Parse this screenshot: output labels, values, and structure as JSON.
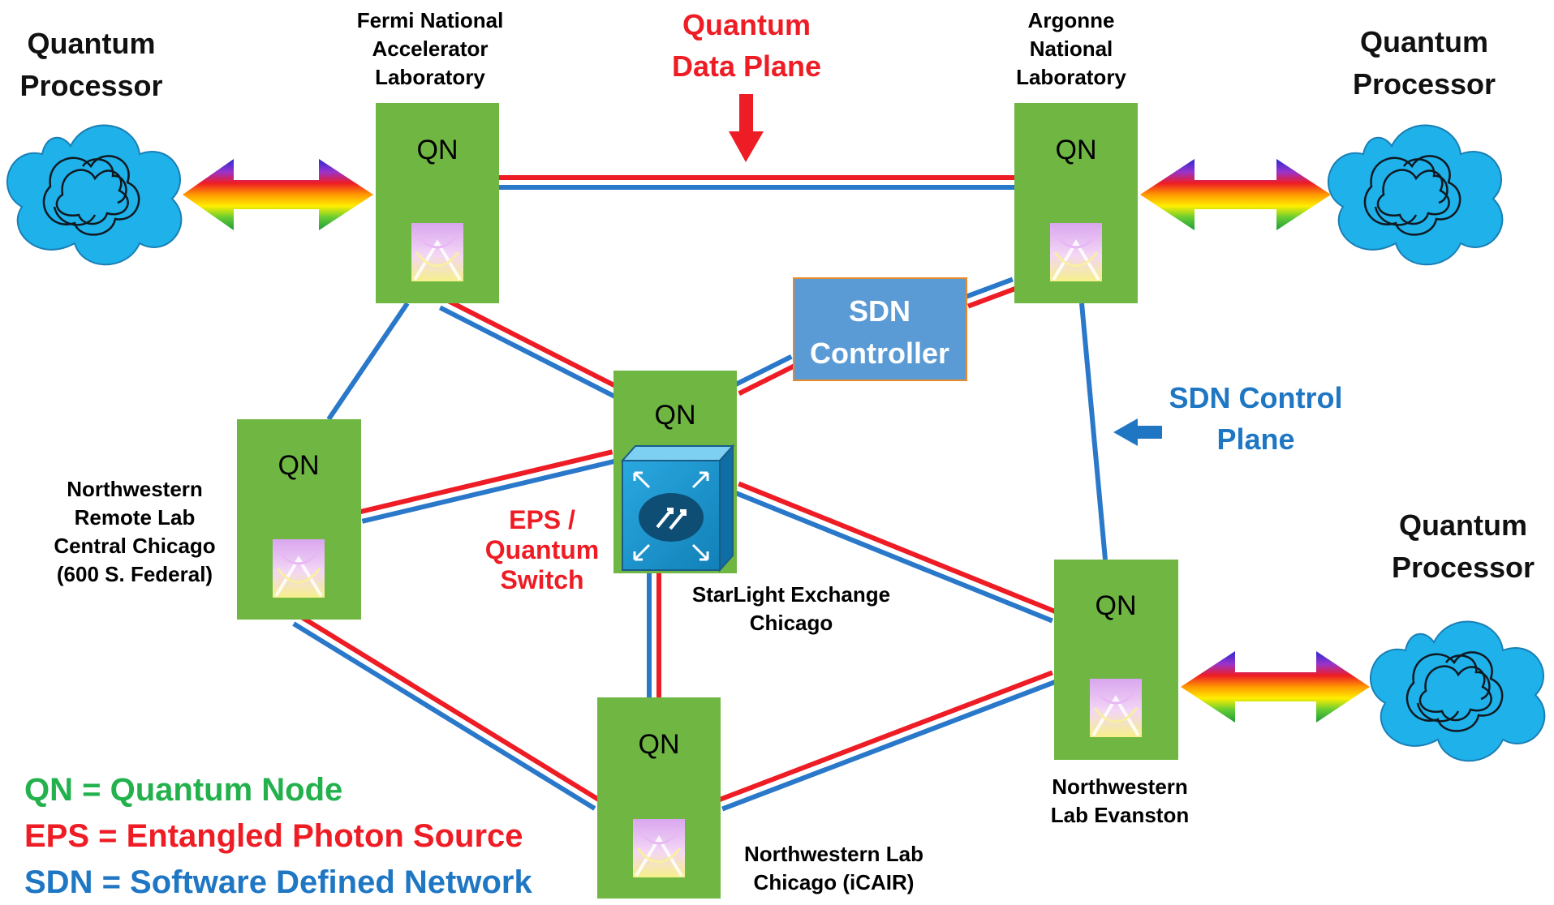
{
  "node_label": "QN",
  "quantum_processor": [
    "Quantum",
    "Processor"
  ],
  "sites": {
    "fermi": [
      "Fermi National",
      "Accelerator",
      "Laboratory"
    ],
    "argonne": [
      "Argonne",
      "National",
      "Laboratory"
    ],
    "nw_remote": [
      "Northwestern",
      "Remote Lab",
      "Central Chicago",
      "(600 S. Federal)"
    ],
    "starlight": [
      "StarLight Exchange",
      "Chicago"
    ],
    "nw_evanston": [
      "Northwestern",
      "Lab Evanston"
    ],
    "nw_icair": [
      "Northwestern Lab",
      "Chicago (iCAIR)"
    ]
  },
  "annotations": {
    "quantum_data_plane": [
      "Quantum",
      "Data Plane"
    ],
    "sdn_controller": [
      "SDN",
      "Controller"
    ],
    "sdn_control_plane": [
      "SDN Control",
      "Plane"
    ],
    "eps_switch": [
      "EPS /",
      "Quantum",
      "Switch"
    ]
  },
  "legend": [
    {
      "text": "QN = Quantum Node",
      "color": "#22b14c"
    },
    {
      "text": "EPS = Entangled Photon Source",
      "color": "#ee1c24"
    },
    {
      "text": "SDN = Software Defined Network",
      "color": "#1f77c4"
    }
  ],
  "colors": {
    "node_green": "#6fb643",
    "quantum_link_red": "#ee1c24",
    "sdn_link_blue": "#2a78c9",
    "annotation_red": "#ee1c24",
    "annotation_blue": "#1f77c4",
    "controller_fill": "#5b9bd5",
    "cloud_fill": "#1eb1ea"
  },
  "icons": {
    "processor": "cloud-icon",
    "photon_source": "photon-source-icon",
    "switch": "switch-icon",
    "link": "bidirectional-rainbow-arrow-icon"
  }
}
